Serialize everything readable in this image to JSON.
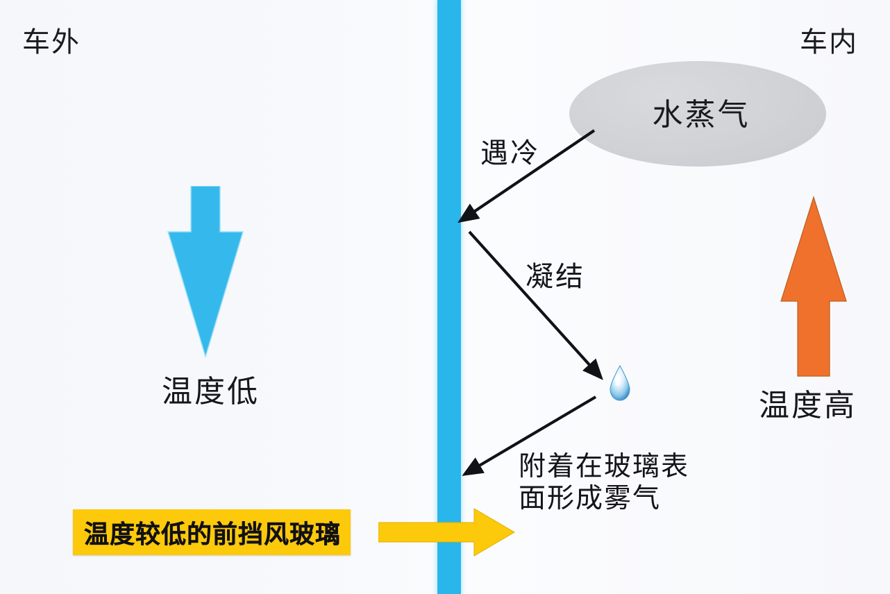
{
  "diagram": {
    "title_concept": "car-windshield-fog-formation",
    "colors": {
      "glass_blue": "#29b6ea",
      "cold_arrow_blue": "#35b9ec",
      "hot_arrow_orange": "#f0712c",
      "callout_yellow": "#fdc90b",
      "vapor_gray": "#d2d3d7",
      "droplet_blue": "#3d9fd6",
      "text_black": "#15151b",
      "background": "#f7f8fb"
    },
    "sides": {
      "outside_label": "车外",
      "inside_label": "车内"
    },
    "glass": {
      "name": "windshield-glass-pane"
    },
    "temperature": {
      "cold": {
        "caption": "温度低",
        "arrow_direction": "down",
        "arrow_color": "#35b9ec"
      },
      "hot": {
        "caption": "温度高",
        "arrow_direction": "up",
        "arrow_color": "#f0712c"
      }
    },
    "vapor": {
      "label": "水蒸气",
      "shape": "ellipse"
    },
    "process": {
      "steps": [
        {
          "label": "遇冷",
          "name": "cooling-step"
        },
        {
          "label": "凝结",
          "name": "condensation-step"
        }
      ],
      "droplet_icon": "water-droplet-icon",
      "result_line1": "附着在玻璃表",
      "result_line2": "面形成雾气"
    },
    "callout": {
      "text": "温度较低的前挡风玻璃",
      "arrow_direction": "right",
      "arrow_color": "#fdc90b"
    }
  }
}
